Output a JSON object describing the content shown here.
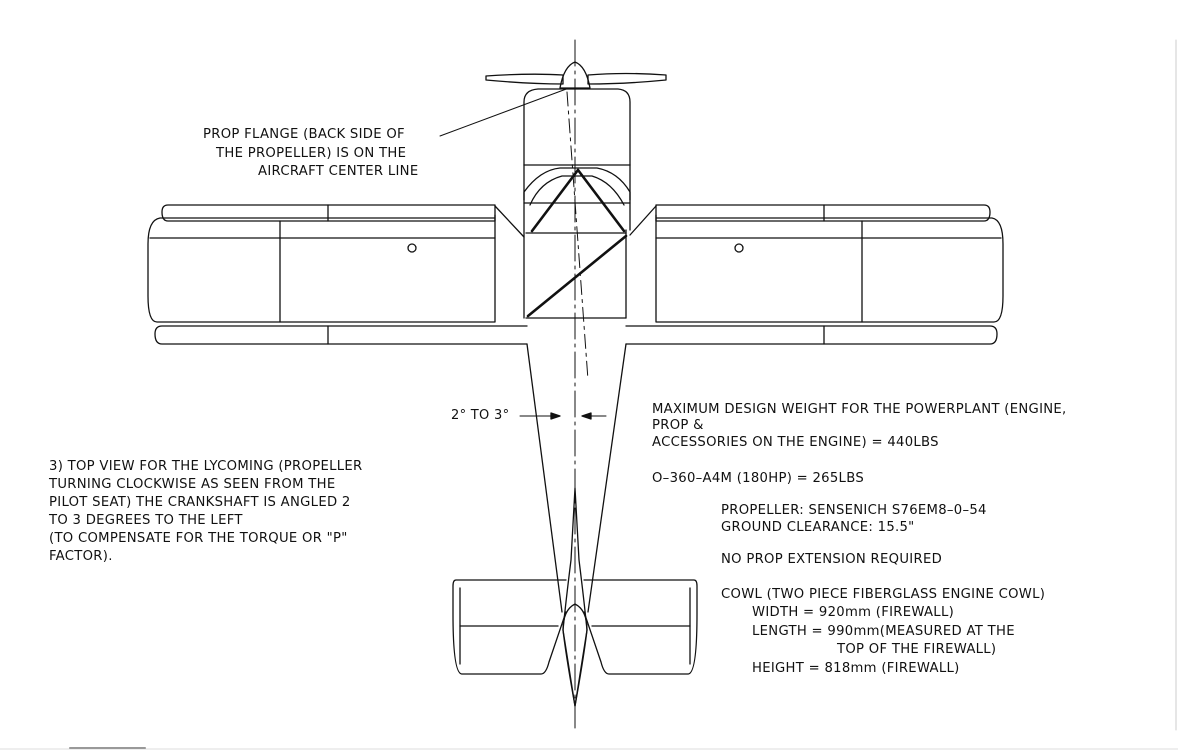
{
  "callout": {
    "line1": "PROP FLANGE (BACK SIDE OF",
    "line2": "THE PROPELLER) IS ON THE",
    "line3": "AIRCRAFT CENTER LINE"
  },
  "dimension": {
    "label": "2° TO 3°"
  },
  "note3": {
    "line1": "3) TOP VIEW FOR THE LYCOMING (PROPELLER",
    "line2": "TURNING CLOCKWISE AS SEEN FROM THE",
    "line3": "PILOT SEAT) THE CRANKSHAFT IS ANGLED 2",
    "line4": "TO 3 DEGREES TO THE LEFT",
    "line5": "(TO COMPENSATE FOR THE TORQUE OR \"P\"",
    "line6": "FACTOR)."
  },
  "specs": {
    "max_weight_1": "MAXIMUM DESIGN WEIGHT FOR THE POWERPLANT (ENGINE,",
    "max_weight_2": "PROP &",
    "max_weight_3": "ACCESSORIES ON THE ENGINE) = 440LBS",
    "engine": "O–360–A4M (180HP) = 265LBS",
    "propeller": "PROPELLER: SENSENICH S76EM8–0–54",
    "clearance": "GROUND CLEARANCE: 15.5\"",
    "extension": "NO PROP EXTENSION REQUIRED",
    "cowl_title": "COWL (TWO PIECE FIBERGLASS ENGINE COWL)",
    "cowl_width": "WIDTH = 920mm (FIREWALL)",
    "cowl_length_1": "LENGTH = 990mm(MEASURED AT THE",
    "cowl_length_2": "TOP OF THE FIREWALL)",
    "cowl_height": "HEIGHT = 818mm (FIREWALL)"
  },
  "colors": {
    "line": "#111111",
    "background": "#ffffff"
  }
}
